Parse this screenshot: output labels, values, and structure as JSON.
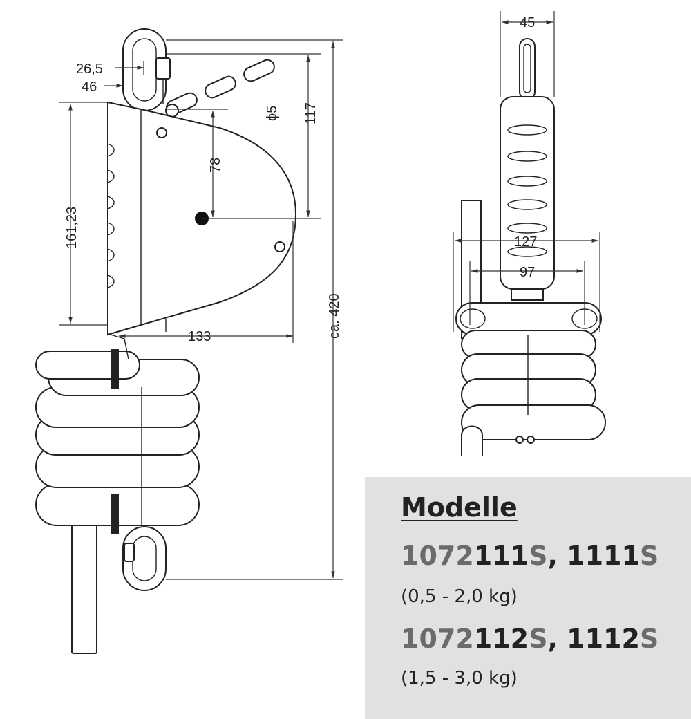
{
  "dimensions": {
    "d_26_5": "26,5",
    "d_46": "46",
    "d_161_23": "161,23",
    "d_78": "78",
    "d_117": "117",
    "d_phi5": "ϕ5",
    "d_133": "133",
    "d_ca420": "ca. 420",
    "d_45": "45",
    "d_127": "127",
    "d_97": "97"
  },
  "panel": {
    "title": "Modelle",
    "models": [
      {
        "prefix": "1072",
        "number": "111",
        "suffix": "S",
        "sep": ", ",
        "number2": "1111",
        "suffix2": "S",
        "weight": "(0,5 - 2,0 kg)"
      },
      {
        "prefix": "1072",
        "number": "112",
        "suffix": "S",
        "sep": ", ",
        "number2": "1112",
        "suffix2": "S",
        "weight": "(1,5 - 3,0 kg)"
      }
    ]
  },
  "colors": {
    "panel_bg": "#e1e1e1",
    "accent_gray": "#6b6b6b",
    "line": "#222222"
  }
}
